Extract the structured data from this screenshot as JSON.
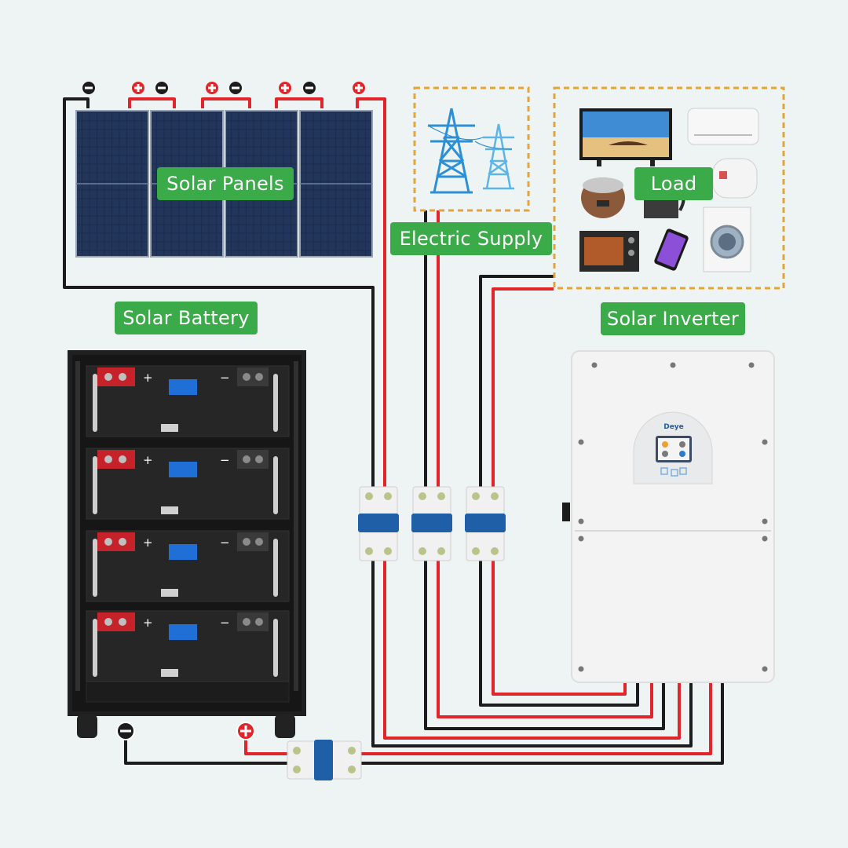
{
  "labels": {
    "solar_panels": "Solar Panels",
    "electric_supply": "Electric Supply",
    "load": "Load",
    "solar_battery": "Solar Battery",
    "solar_inverter": "Solar Inverter"
  },
  "terminals": {
    "plus": "+",
    "minus": "−"
  },
  "inverter_brand": "Deye",
  "colors": {
    "label_bg": "#3bab4a",
    "wire_positive": "#e0262b",
    "wire_negative": "#1c1c1c",
    "breaker_blue": "#1f5fa8",
    "background": "#eef4f3",
    "dashed_border": "#e3a43a"
  },
  "icons": [
    "solar-panel",
    "transmission-tower",
    "television",
    "air-conditioner",
    "rice-cooker",
    "kettle",
    "water-heater",
    "washing-machine",
    "oven",
    "smartphone",
    "battery-module",
    "circuit-breaker",
    "inverter"
  ]
}
